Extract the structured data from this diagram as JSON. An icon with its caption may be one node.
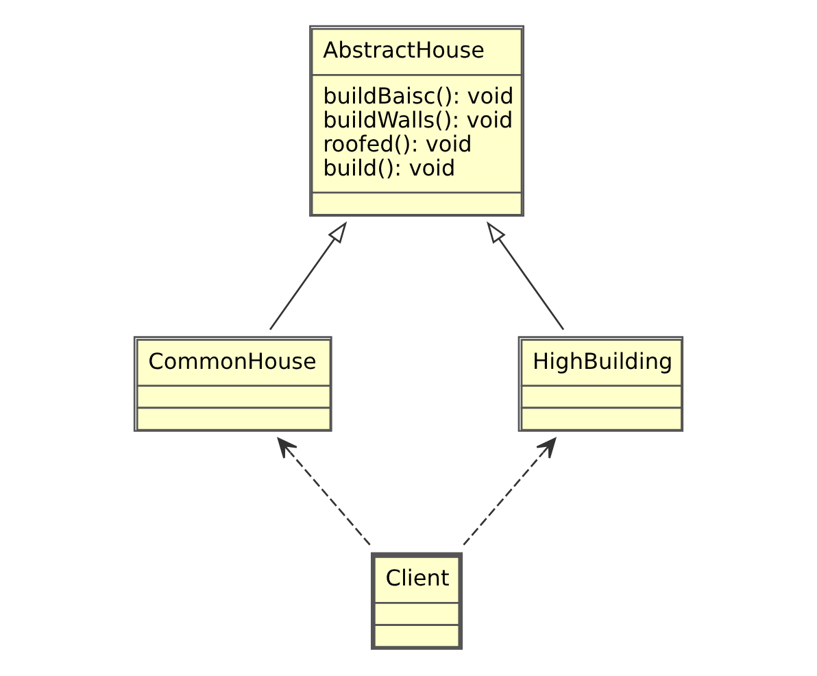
{
  "diagram": {
    "nodes": [
      {
        "text": [
          "AbstractHouse",
          "buildBaisc(): void",
          "buildWalls(): void",
          "roofed(): void",
          "build(): void"
        ]
      },
      {
        "text": [
          "CommonHouse"
        ]
      },
      {
        "text": [
          "HighBuilding"
        ]
      },
      {
        "text": [
          "Client"
        ]
      }
    ],
    "edges": [
      {
        "from": 1,
        "to": 0,
        "arrow": "to"
      },
      {
        "from": 2,
        "to": 0,
        "arrow": "to"
      },
      {
        "from": 3,
        "to": 1,
        "arrow": "to",
        "style": "dashed"
      },
      {
        "from": 3,
        "to": 2,
        "arrow": "to",
        "style": "dashed"
      }
    ]
  }
}
